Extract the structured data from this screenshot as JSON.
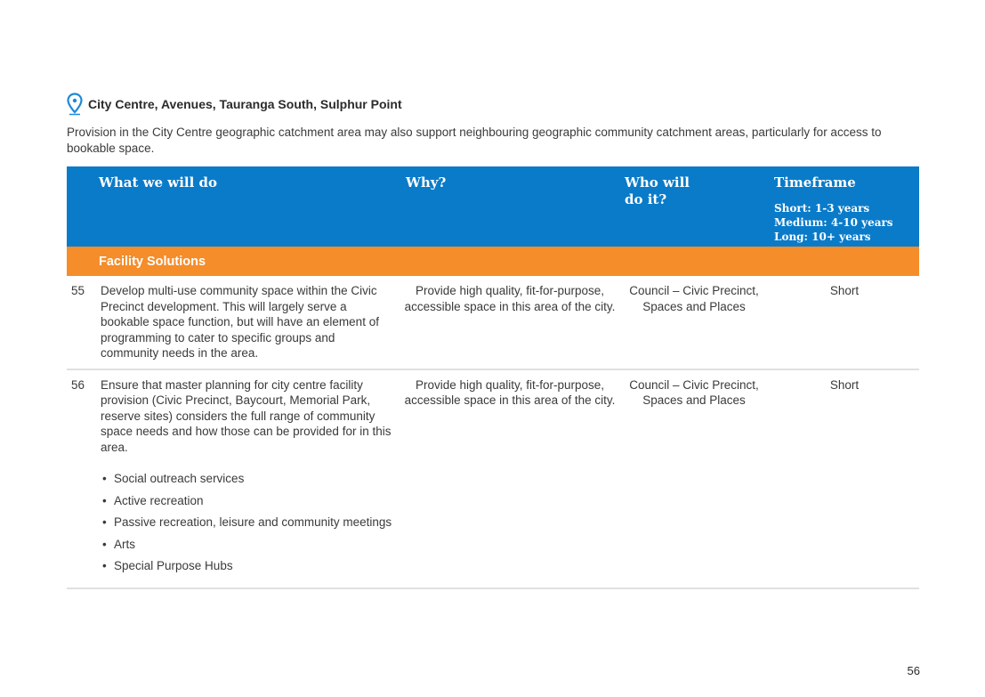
{
  "section": {
    "heading": "City Centre, Avenues, Tauranga South, Sulphur Point",
    "icon": "location-pin-icon",
    "intro": "Provision in the City Centre geographic catchment area may also support neighbouring geographic community catchment areas, particularly for access to bookable space."
  },
  "colors": {
    "header_bg": "#0a7bc9",
    "band_bg": "#f48d2a"
  },
  "table": {
    "headers": {
      "what": "What we will do",
      "why": "Why?",
      "who_line1": "Who will",
      "who_line2": "do it?",
      "timeframe": "Timeframe",
      "timeframe_short": "Short: 1-3 years",
      "timeframe_medium": "Medium: 4-10 years",
      "timeframe_long": "Long: 10+ years"
    },
    "band": "Facility Solutions",
    "rows": [
      {
        "num": "55",
        "what": "Develop multi-use community space within the Civic Precinct development. This will largely serve a bookable space function, but will have an element of programming to cater to specific groups and community needs in the area.",
        "why": "Provide high quality, fit-for-purpose, accessible space in this area of the city.",
        "who": "Council – Civic Precinct, Spaces and Places",
        "timeframe": "Short"
      },
      {
        "num": "56",
        "what": "Ensure that master planning for city centre facility provision (Civic Precinct, Baycourt, Memorial Park, reserve sites) considers the full range of community space needs and how those can be provided for in this area.",
        "bullets": [
          "Social outreach services",
          "Active recreation",
          "Passive recreation, leisure and community meetings",
          "Arts",
          "Special Purpose Hubs"
        ],
        "why": "Provide high quality, fit-for-purpose, accessible space in this area of the city.",
        "who": "Council – Civic Precinct, Spaces and Places",
        "timeframe": "Short"
      }
    ]
  },
  "page_number": "56"
}
